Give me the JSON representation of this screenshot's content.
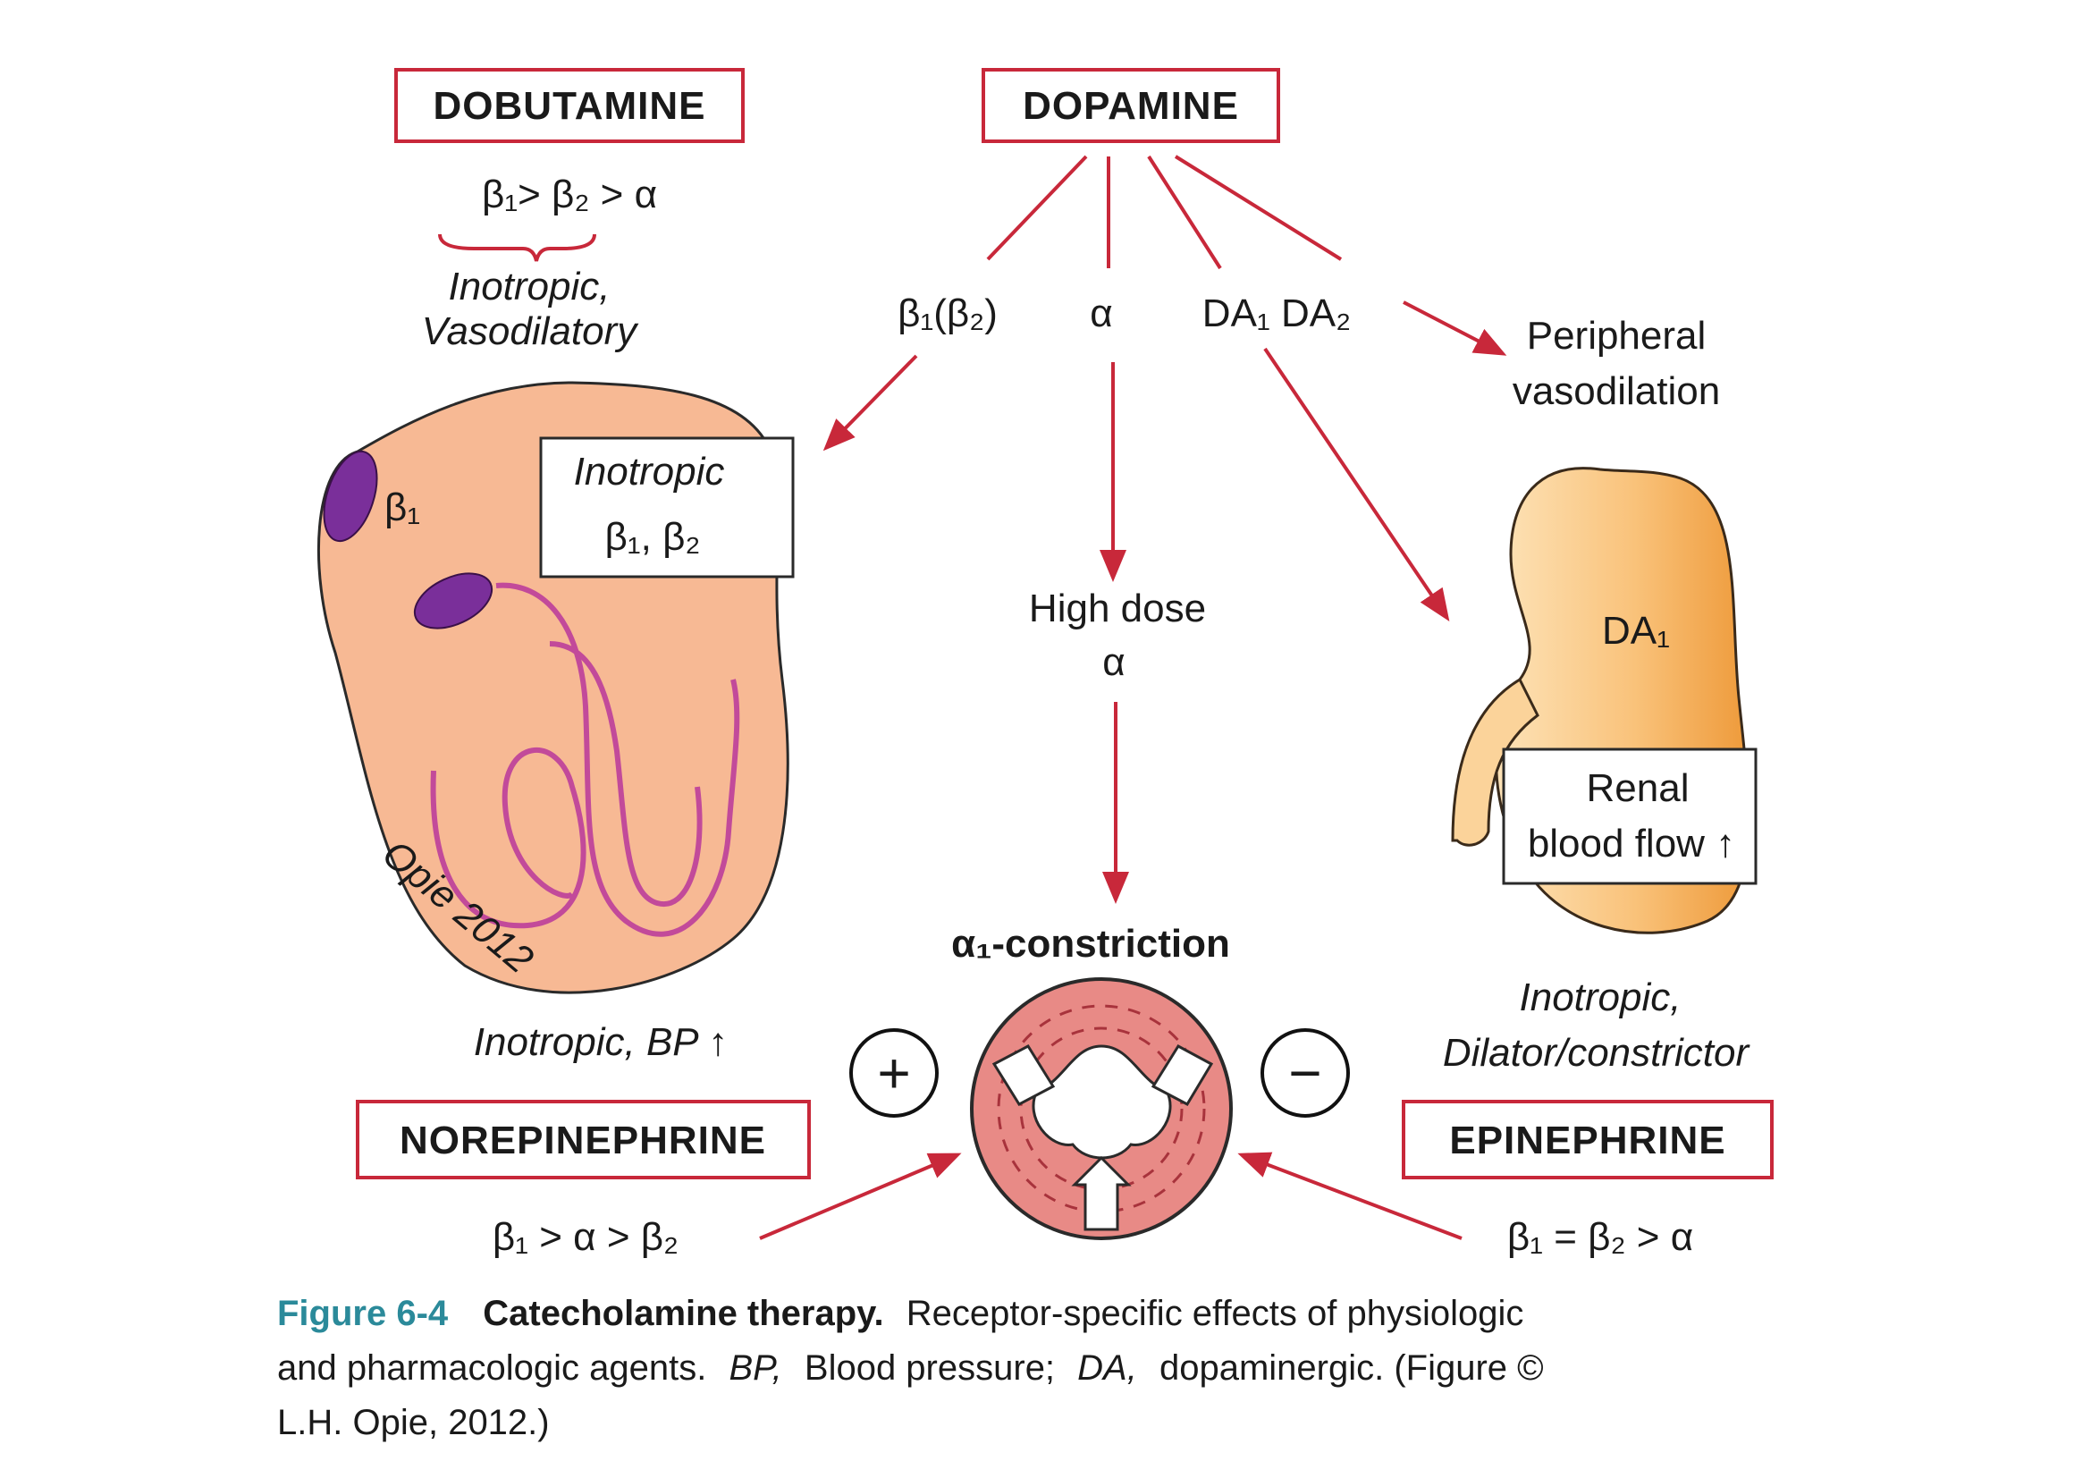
{
  "drugs": {
    "dobutamine": {
      "name": "DOBUTAMINE",
      "receptors": "β₁> β₂ > α",
      "effect_line1": "Inotropic,",
      "effect_line2": "Vasodilatory"
    },
    "dopamine": {
      "name": "DOPAMINE"
    },
    "norepinephrine": {
      "name": "NOREPINEPHRINE",
      "receptors": "β₁ > α > β₂",
      "effect": "Inotropic, BP ↑"
    },
    "epinephrine": {
      "name": "EPINEPHRINE",
      "receptors": "β₁ = β₂ > α",
      "effect_line1": "Inotropic,",
      "effect_line2": "Dilator/constrictor"
    }
  },
  "dopamine_receptors": {
    "beta": "β₁(β₂)",
    "alpha": "α",
    "da": "DA₁ DA₂"
  },
  "heart": {
    "beta1_label": "β₁",
    "box_line1": "Inotropic",
    "box_line2": "β₁, β₂",
    "credit": "Opie 2012"
  },
  "center": {
    "high_dose_line1": "High dose",
    "high_dose_line2": "α",
    "constriction": "α₁-constriction",
    "plus": "+",
    "minus": "−"
  },
  "kidney": {
    "peripheral_line1": "Peripheral",
    "peripheral_line2": "vasodilation",
    "da1": "DA₁",
    "box_line1": "Renal",
    "box_line2": "blood flow ↑"
  },
  "caption": {
    "figure_number": "Figure 6-4",
    "title": "Catecholamine therapy.",
    "line1_rest": "Receptor-specific effects of physiologic",
    "line2_part1": "and pharmacologic agents.",
    "bp_abbr": "BP,",
    "line2_part2": "Blood pressure;",
    "da_abbr": "DA,",
    "line2_part3": "dopaminergic. (Figure ©",
    "line3": "L.H. Opie, 2012.)"
  },
  "colors": {
    "accent_red": "#c8283a",
    "heart_fill": "#f7b994",
    "kidney_light": "#fbd39a",
    "kidney_dark": "#f0a040",
    "receptor_purple": "#7a2f9a",
    "vessel_pink": "#e88a86",
    "caption_blue": "#2b8a9a"
  }
}
